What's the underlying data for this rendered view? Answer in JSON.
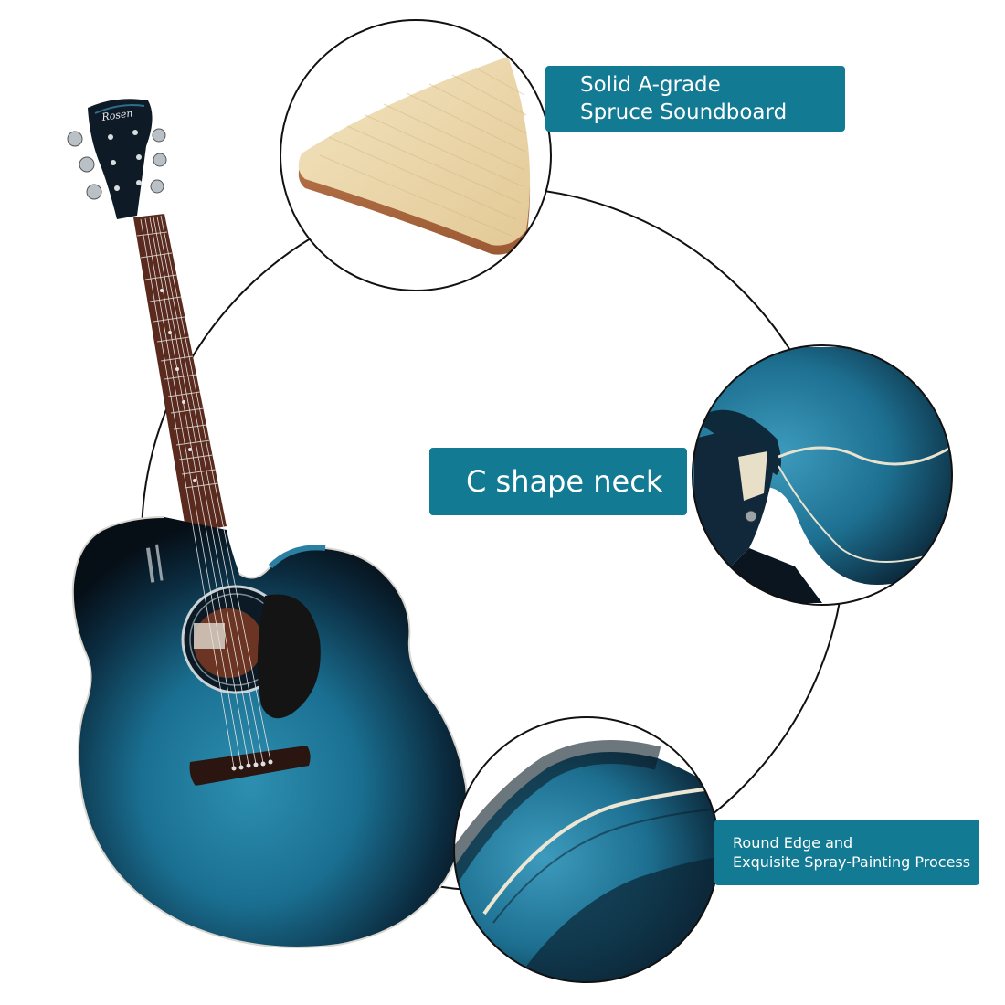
{
  "colors": {
    "label_bg": "#137a93",
    "label_text": "#ffffff",
    "guitar_blue": "#1a6f91",
    "guitar_dark": "#07121c",
    "fretboard": "#5a2a1e",
    "spruce": "#ecd9ad"
  },
  "brand": {
    "headstock_logo": "Rosen"
  },
  "features": {
    "soundboard": {
      "line1": "Solid A-grade",
      "line2": "Spruce Soundboard"
    },
    "neck": {
      "label": "C shape neck"
    },
    "edge": {
      "line1": "Round Edge and",
      "line2": "Exquisite Spray-Painting Process"
    }
  }
}
